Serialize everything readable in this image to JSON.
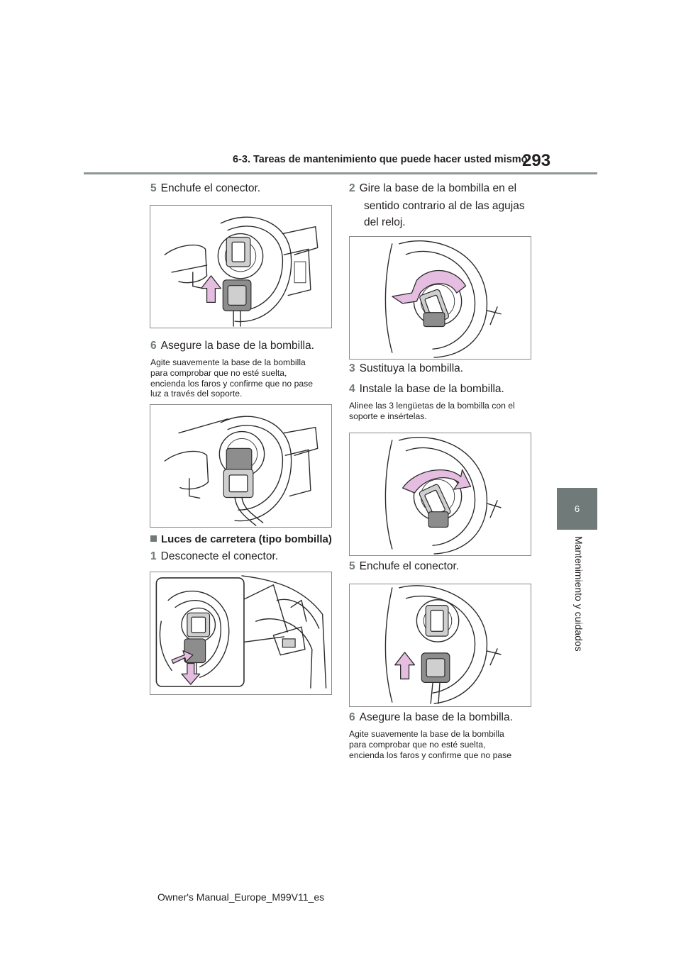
{
  "header": {
    "section_title": "6-3. Tareas de mantenimiento que puede hacer usted mismo",
    "page_number": "293"
  },
  "side_tab": {
    "chapter_number": "6",
    "chapter_label": "Mantenimiento y cuidados"
  },
  "left_column": {
    "step5": {
      "number": "5",
      "text": "Enchufe el conector."
    },
    "step6": {
      "number": "6",
      "text": "Asegure la base de la bombilla.",
      "note_lines": [
        "Agite suavemente la base de la bombilla",
        "para comprobar que no esté suelta,",
        "encienda los faros y confirme que no pase",
        "luz a través del soporte."
      ]
    },
    "section_heading": "Luces de carretera (tipo bombilla)",
    "step1": {
      "number": "1",
      "text": "Desconecte el conector."
    }
  },
  "right_column": {
    "step2": {
      "number": "2",
      "text_lines": [
        "Gire la base de la bombilla en el",
        "sentido contrario al de las agujas",
        "del reloj."
      ]
    },
    "step3": {
      "number": "3",
      "text": "Sustituya la bombilla."
    },
    "step4": {
      "number": "4",
      "text": "Instale la base de la bombilla.",
      "note_lines": [
        "Alinee las 3 lengüetas de la bombilla con el",
        "soporte e insértelas."
      ]
    },
    "step5": {
      "number": "5",
      "text": "Enchufe el conector."
    },
    "step6": {
      "number": "6",
      "text": "Asegure la base de la bombilla.",
      "note_lines": [
        "Agite suavemente la base de la bombilla",
        "para comprobar que no esté suelta,",
        "encienda los faros y confirme que no pase"
      ]
    }
  },
  "footer": {
    "manual_name": "Owner's Manual_Europe_M99V11_es"
  },
  "colors": {
    "accent_gray": "#6f7a79",
    "rule_gray": "#8e9797",
    "arrow_pink": "#e4bde0"
  }
}
